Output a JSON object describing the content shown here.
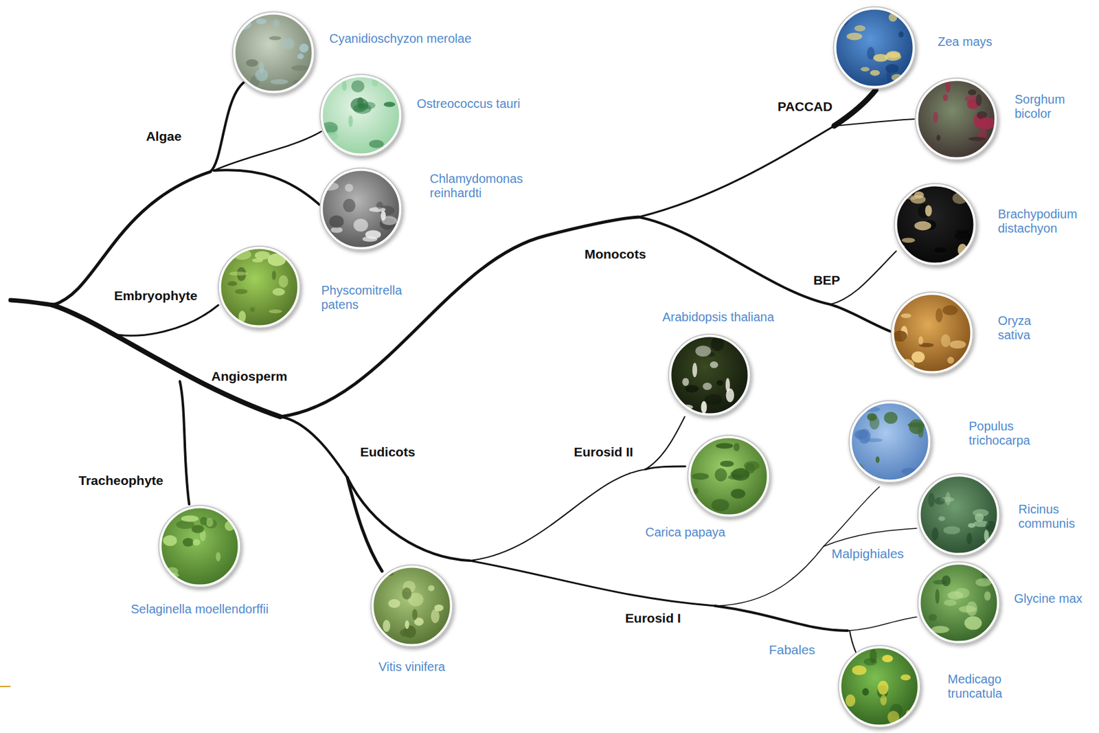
{
  "diagram": {
    "nodes": [
      {
        "text": [
          "Cyanidioschyzon merolae"
        ]
      },
      {
        "text": [
          "Ostreococcus tauri"
        ]
      },
      {
        "text": [
          "Chlamydomonas reinhardti"
        ]
      },
      {
        "text": [
          "Physcomitrella patens"
        ]
      },
      {
        "text": [
          "Selaginella moellendorffii"
        ]
      },
      {
        "text": [
          "Vitis vinifera"
        ]
      },
      {
        "text": [
          "Arabidopsis thaliana"
        ]
      },
      {
        "text": [
          "Carica papaya"
        ]
      },
      {
        "text": [
          "Zea mays"
        ]
      },
      {
        "text": [
          "Sorghum bicolor"
        ]
      },
      {
        "text": [
          "Brachypodium distachyon"
        ]
      },
      {
        "text": [
          "Oryza sativa"
        ]
      },
      {
        "text": [
          "Populus trichocarpa"
        ]
      },
      {
        "text": [
          "Ricinus communis"
        ]
      },
      {
        "text": [
          "Glycine max"
        ]
      },
      {
        "text": [
          "Medicago truncatula"
        ]
      }
    ],
    "labels": [
      "Algae",
      "Embryophyte",
      "Angiosperm",
      "Tracheophyte",
      "Monocots",
      "PACCAD",
      "BEP",
      "Eudicots",
      "Eurosid II",
      "Eurosid I",
      "Malpighiales",
      "Fabales"
    ]
  }
}
